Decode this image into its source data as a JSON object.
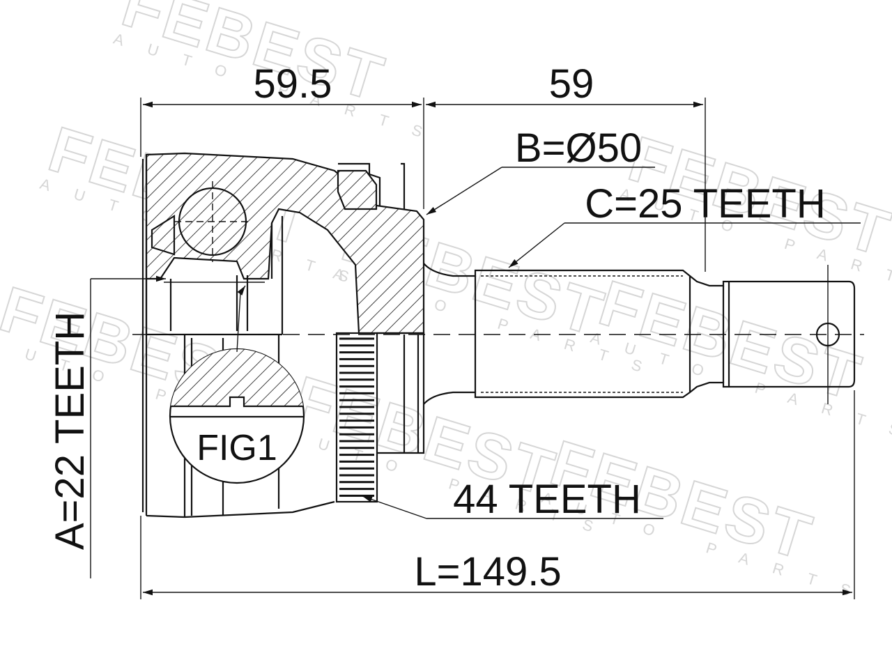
{
  "watermark": {
    "brand": "FEBEST",
    "sub": "AUTO PARTS"
  },
  "dimensions": {
    "outer_length": "59.5",
    "shaft_length": "59",
    "total_length": "L=149.5"
  },
  "labels": {
    "b": "B=Ø50",
    "c": "C=25 TEETH",
    "a": "A=22 TEETH",
    "abs": "44 TEETH",
    "fig": "FIG1"
  }
}
